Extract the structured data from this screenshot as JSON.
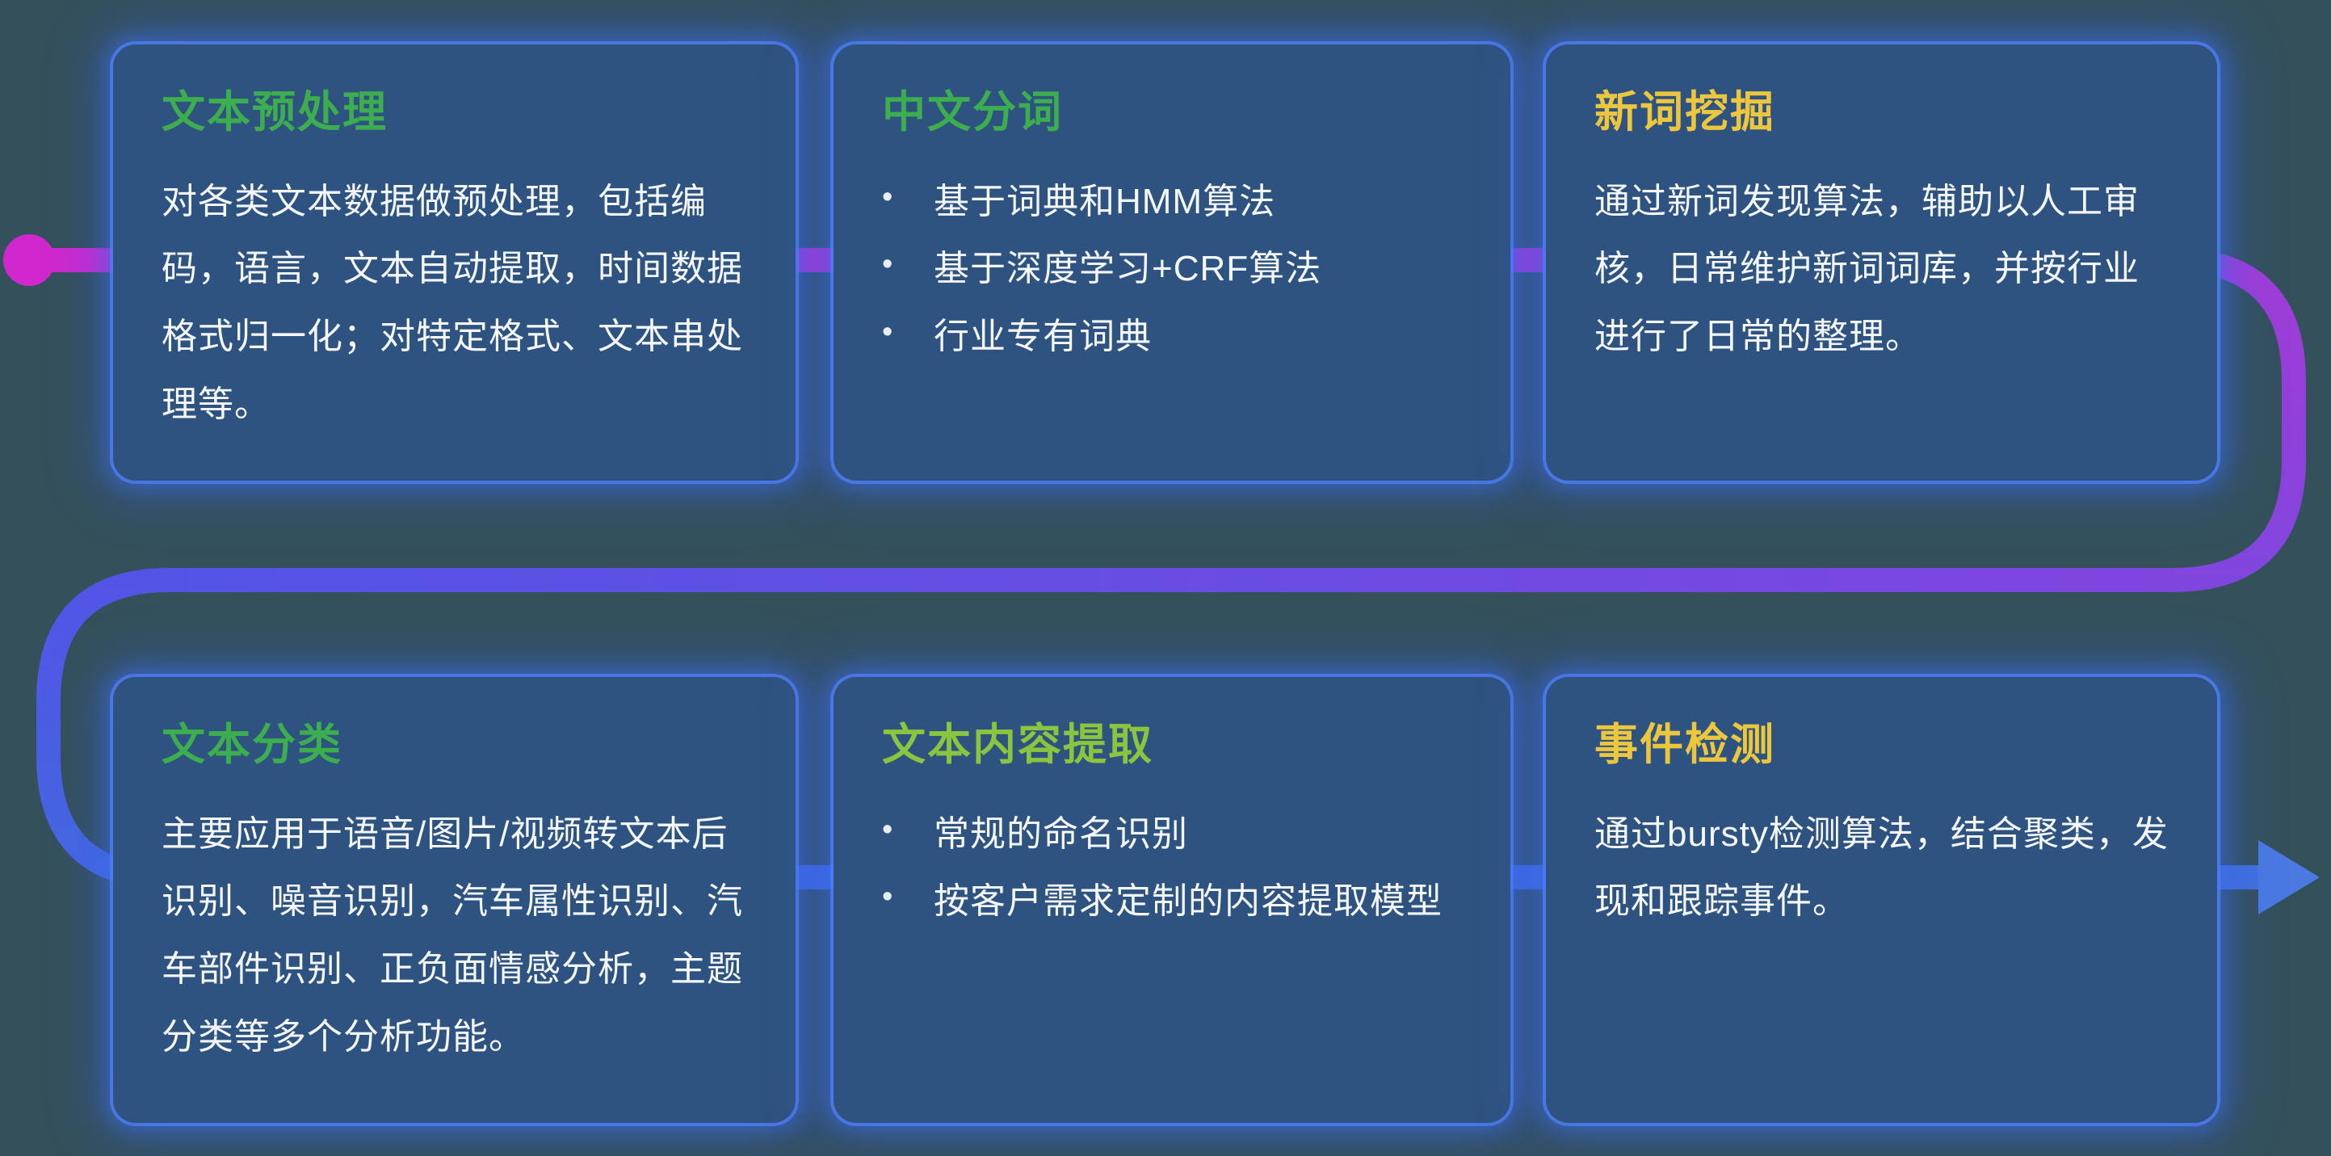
{
  "flow": {
    "dot_color": "#d028ce",
    "arrow_color": "#4a79e2",
    "stops": {
      "s0": "#d028ce",
      "s1": "#a43bd6",
      "s2": "#7f46de",
      "s3": "#5354e6",
      "s4": "#4468e0",
      "s5": "#4170de"
    },
    "bullet_char": "•"
  },
  "cards": [
    {
      "id": "text-preprocessing",
      "title": "文本预处理",
      "title_color": "#3dae4f",
      "type": "paragraph",
      "body": "对各类文本数据做预处理，包括编码，语言，文本自动提取，时间数据格式归一化；对特定格式、文本串处理等。"
    },
    {
      "id": "chinese-word-segmentation",
      "title": "中文分词",
      "title_color": "#3dae4f",
      "type": "bullets",
      "bullets": [
        "基于词典和HMM算法",
        "基于深度学习+CRF算法",
        "行业专有词典"
      ]
    },
    {
      "id": "new-word-mining",
      "title": "新词挖掘",
      "title_color": "#ecc63e",
      "type": "paragraph",
      "body": "通过新词发现算法，辅助以人工审核，日常维护新词词库，并按行业进行了日常的整理。"
    },
    {
      "id": "text-classification",
      "title": "文本分类",
      "title_color": "#3dae4f",
      "type": "paragraph",
      "body": "主要应用于语音/图片/视频转文本后识别、噪音识别，汽车属性识别、汽车部件识别、正负面情感分析，主题分类等多个分析功能。"
    },
    {
      "id": "text-content-extraction",
      "title": "文本内容提取",
      "title_color": "#8bc43f",
      "type": "bullets",
      "bullets": [
        "常规的命名识别",
        "按客户需求定制的内容提取模型"
      ]
    },
    {
      "id": "event-detection",
      "title": "事件检测",
      "title_color": "#ecc63e",
      "type": "paragraph",
      "body": "通过bursty检测算法，结合聚类，发现和跟踪事件。"
    }
  ]
}
